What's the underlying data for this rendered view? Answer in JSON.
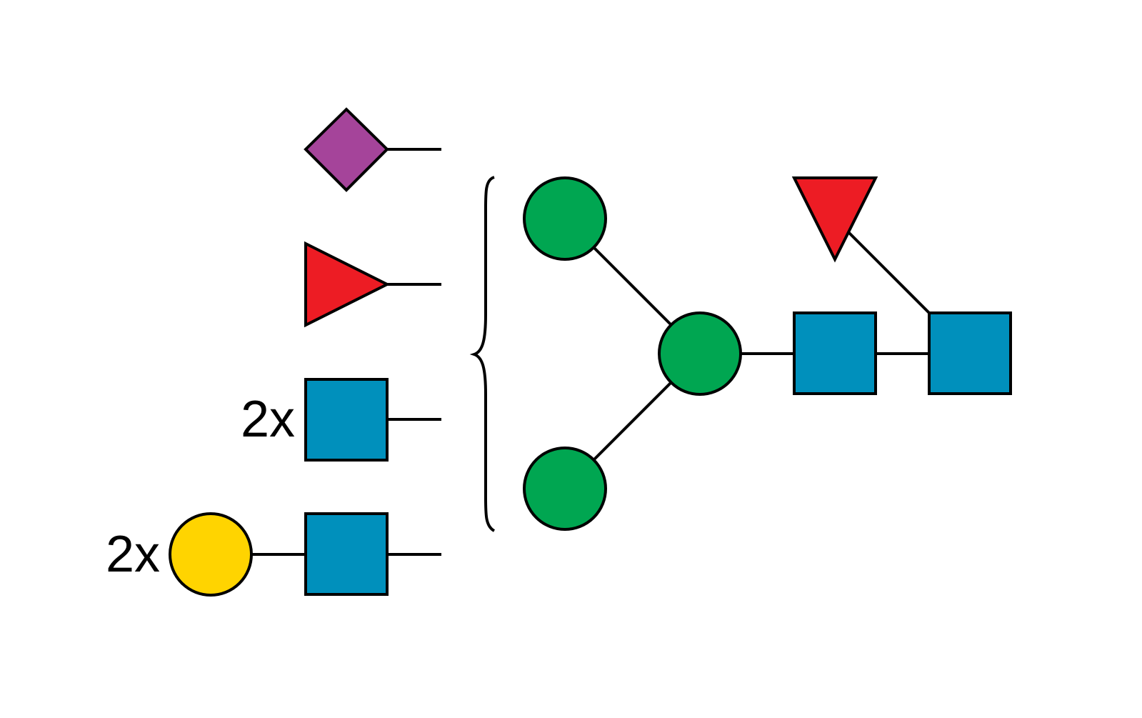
{
  "colors": {
    "neuac": "#A5449A",
    "fuc": "#ED1C24",
    "glcnac": "#0090BC",
    "gal": "#FFD400",
    "man": "#00A651",
    "stroke": "#000000",
    "background": "#FFFFFF"
  },
  "legend": {
    "items": [
      {
        "symbol": "diamond",
        "color": "#A5449A",
        "count_label": ""
      },
      {
        "symbol": "triangle",
        "color": "#ED1C24",
        "count_label": ""
      },
      {
        "symbol": "square",
        "color": "#0090BC",
        "count_label": "2x"
      },
      {
        "symbol": "circle-square",
        "color": "#FFD400",
        "count_label": "2x"
      }
    ]
  }
}
